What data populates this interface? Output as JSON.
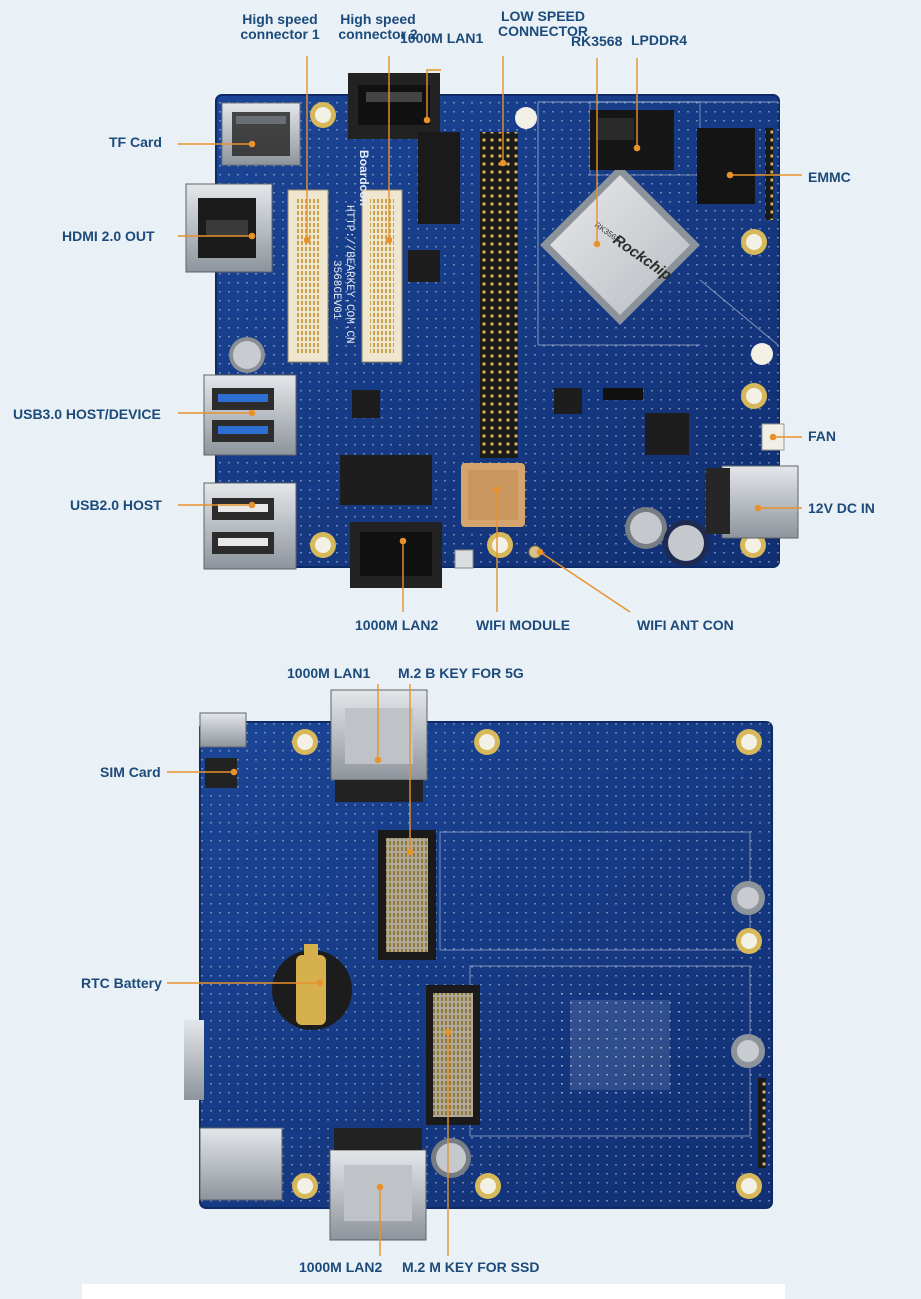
{
  "colors": {
    "background": "#e9f1f6",
    "board": "#163a86",
    "board_edge": "#0e2a66",
    "label_text": "#1c4a7a",
    "leader_line": "#e8922c",
    "metal": "#c9cdd2",
    "gold": "#d6b04c"
  },
  "top_view": {
    "silkscreen_brand": "Boardcon",
    "silkscreen_url": "HTTP://BEARKEY.COM.CN",
    "silkscreen_model": "3568CEV01",
    "chip_marking": "Rockchip",
    "chip_code": "RK3568",
    "labels": {
      "hs1": [
        "High speed",
        "connector 1"
      ],
      "hs2": [
        "High speed",
        "connector 2"
      ],
      "lan1": "1000M LAN1",
      "lowspeed": [
        "LOW SPEED",
        "CONNECTOR"
      ],
      "rk3568": "RK3568",
      "lpddr4": "LPDDR4",
      "tf": "TF Card",
      "hdmi": "HDMI 2.0 OUT",
      "emmc": "EMMC",
      "usb3": "USB3.0 HOST/DEVICE",
      "fan": "FAN",
      "usb2": "USB2.0 HOST",
      "dc": "12V DC IN",
      "lan2": "1000M LAN2",
      "wifi": "WIFI MODULE",
      "ant": "WIFI ANT CON"
    }
  },
  "bottom_view": {
    "labels": {
      "lan1": "1000M LAN1",
      "m2b": "M.2 B KEY FOR 5G",
      "sim": "SIM Card",
      "rtc": "RTC Battery",
      "lan2": "1000M LAN2",
      "m2m": "M.2 M KEY FOR SSD"
    }
  }
}
